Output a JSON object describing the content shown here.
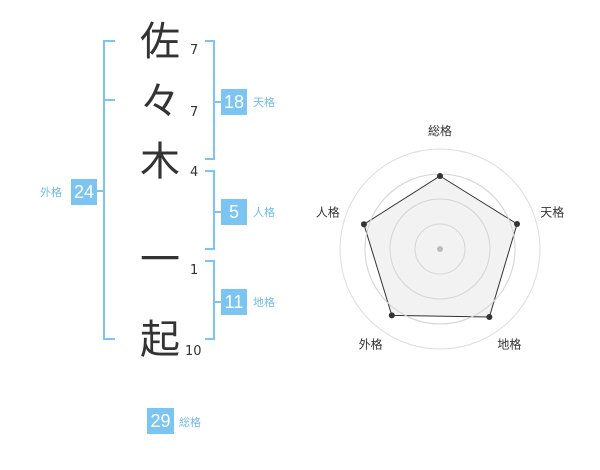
{
  "name": {
    "characters": [
      {
        "char": "佐",
        "strokes": "7"
      },
      {
        "char": "々",
        "strokes": "7"
      },
      {
        "char": "木",
        "strokes": "4"
      },
      {
        "char": "一",
        "strokes": "1"
      },
      {
        "char": "起",
        "strokes": "10"
      }
    ]
  },
  "fortunes": {
    "tenkaku": {
      "value": "18",
      "label": "天格"
    },
    "jinkaku": {
      "value": "5",
      "label": "人格"
    },
    "chikaku": {
      "value": "11",
      "label": "地格"
    },
    "gaikaku": {
      "value": "24",
      "label": "外格"
    },
    "soukaku": {
      "value": "29",
      "label": "総格"
    }
  },
  "chart_data": {
    "type": "radar",
    "categories": [
      "総格",
      "天格",
      "地格",
      "外格",
      "人格"
    ],
    "values": [
      0.73,
      0.81,
      0.84,
      0.82,
      0.8
    ],
    "max": 1,
    "rings": 4,
    "colors": {
      "fill": "#eeeeee",
      "line": "#333333",
      "point": "#333333",
      "ring": "#dddddd",
      "center": "#bbbbbb"
    }
  }
}
